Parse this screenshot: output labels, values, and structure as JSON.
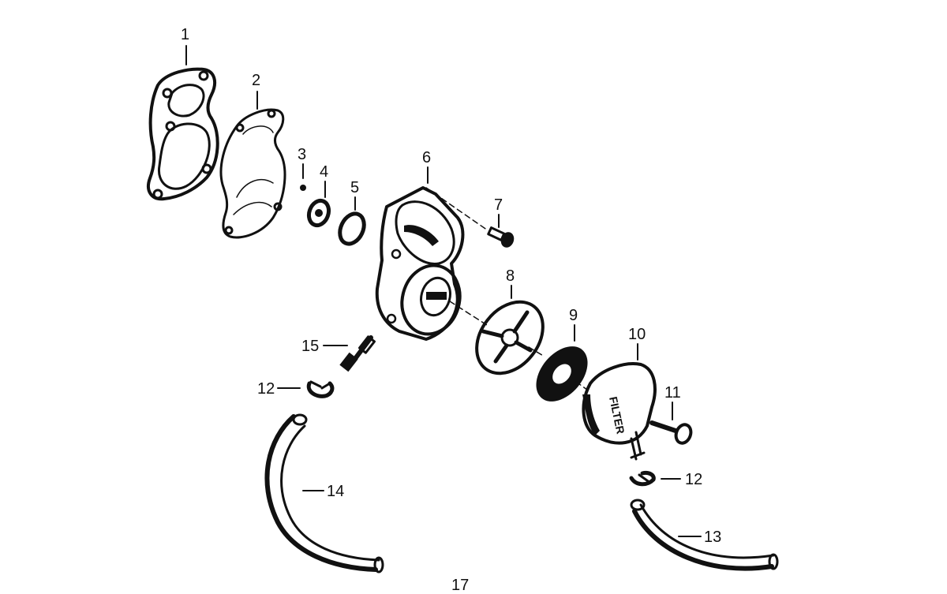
{
  "diagram": {
    "parts": [
      {
        "id": "1",
        "label": "1"
      },
      {
        "id": "2",
        "label": "2"
      },
      {
        "id": "3",
        "label": "3"
      },
      {
        "id": "4",
        "label": "4"
      },
      {
        "id": "5",
        "label": "5"
      },
      {
        "id": "6",
        "label": "6"
      },
      {
        "id": "7",
        "label": "7"
      },
      {
        "id": "8",
        "label": "8"
      },
      {
        "id": "9",
        "label": "9"
      },
      {
        "id": "10",
        "label": "10"
      },
      {
        "id": "11",
        "label": "11"
      },
      {
        "id": "12a",
        "label": "12"
      },
      {
        "id": "12b",
        "label": "12"
      },
      {
        "id": "13",
        "label": "13"
      },
      {
        "id": "14",
        "label": "14"
      },
      {
        "id": "15",
        "label": "15"
      }
    ],
    "filter_text": "FILTER",
    "page_number": "17"
  }
}
